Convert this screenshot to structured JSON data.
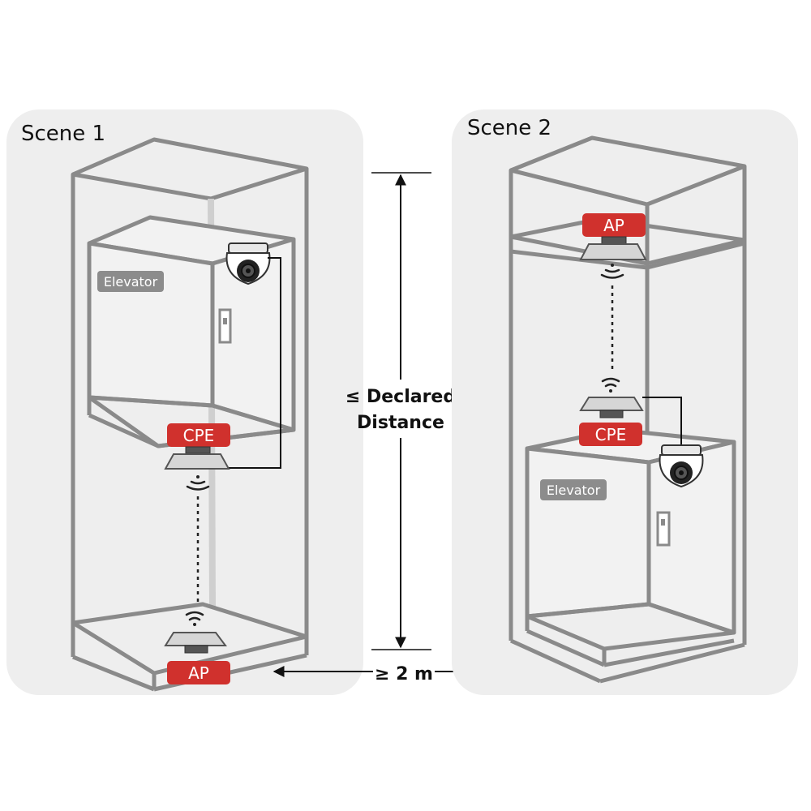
{
  "scene1": {
    "title": "Scene 1",
    "elevator_label": "Elevator",
    "cpe_label": "CPE",
    "ap_label": "AP"
  },
  "scene2": {
    "title": "Scene 2",
    "elevator_label": "Elevator",
    "cpe_label": "CPE",
    "ap_label": "AP"
  },
  "dimension": {
    "vertical_line1": "≤ Declared",
    "vertical_line2": "Distance",
    "horizontal": "≥ 2 m"
  },
  "colors": {
    "panel": "#eeeeee",
    "frame": "#8a8a8a",
    "tag": "#d0312d",
    "elevator_tag": "#8c8c8c",
    "line": "#111111"
  }
}
